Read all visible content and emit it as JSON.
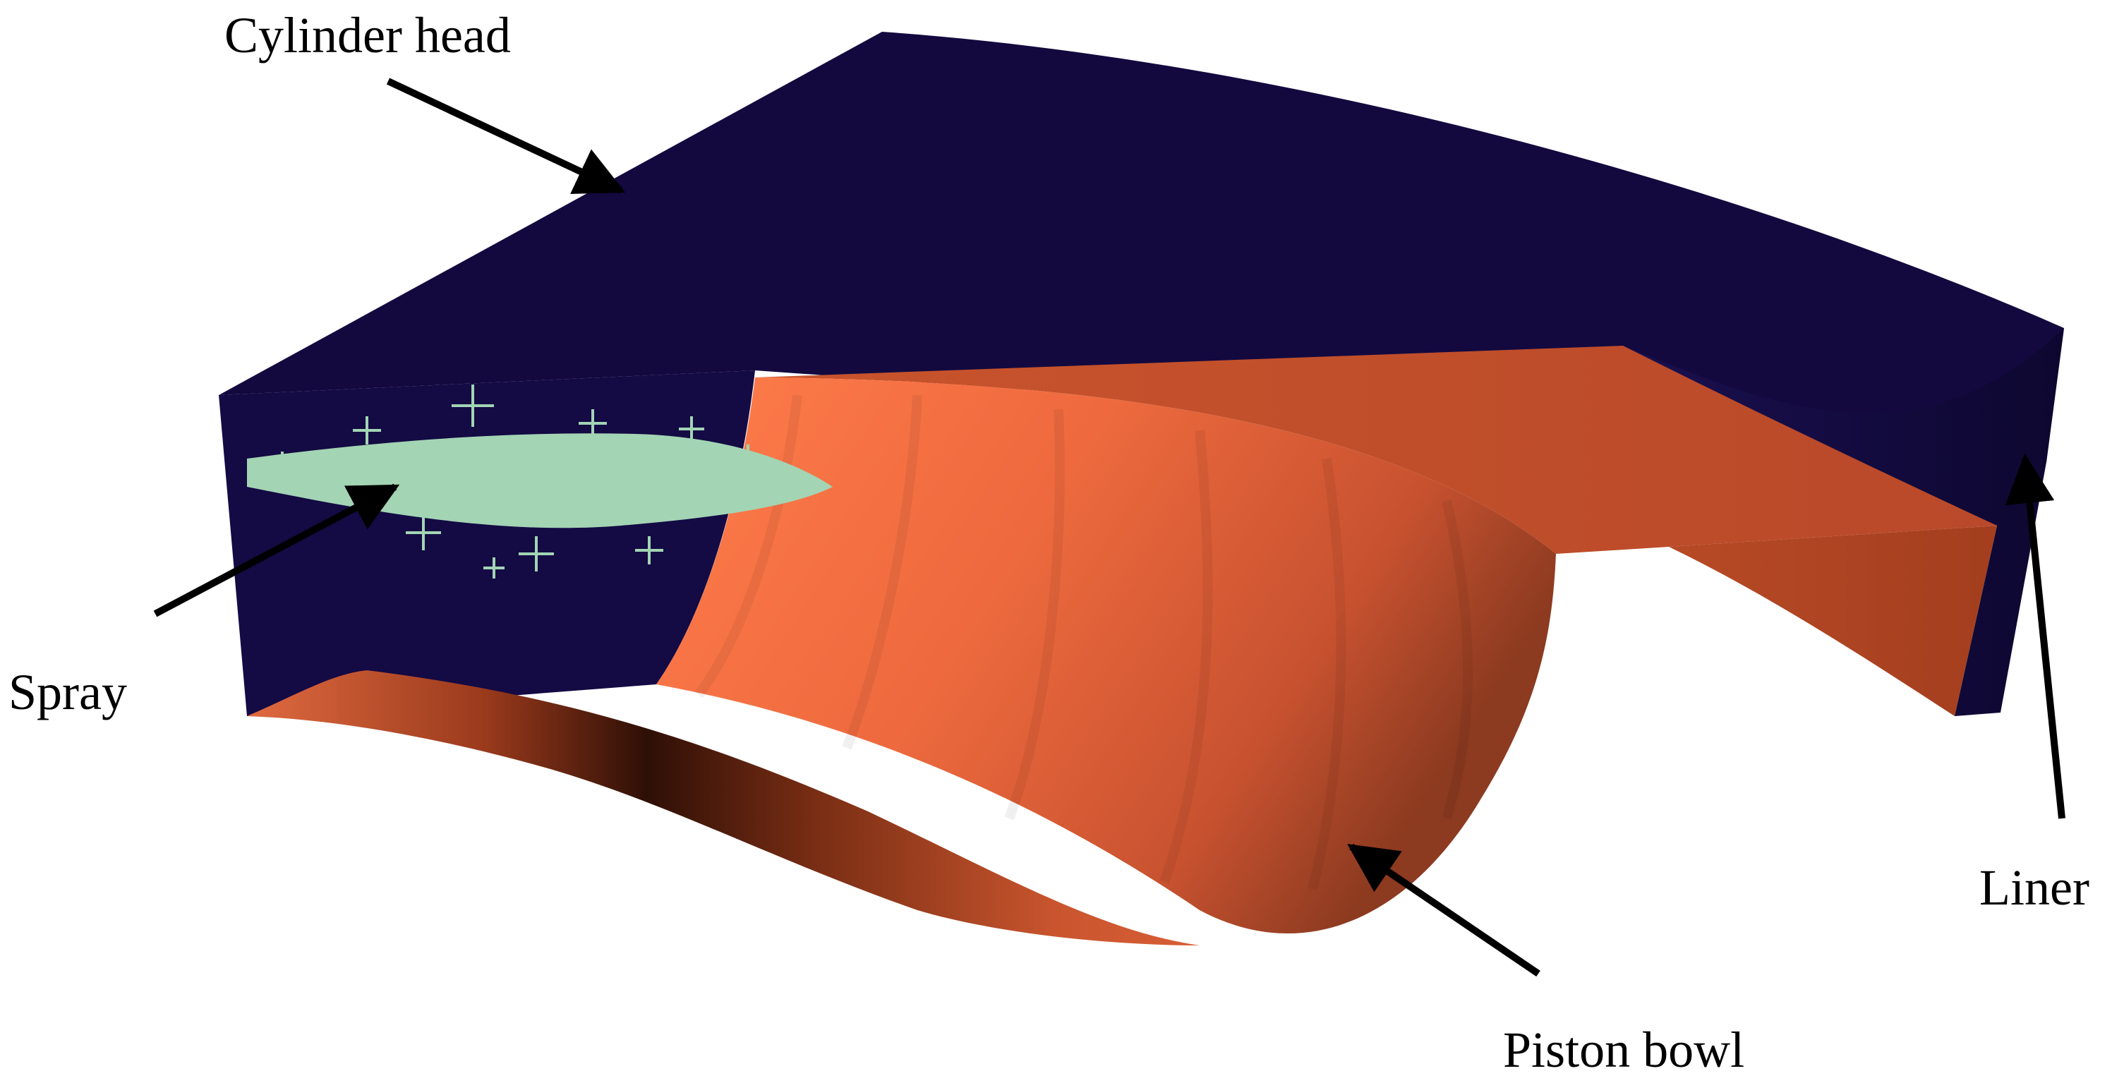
{
  "diagram": {
    "labels": {
      "cylinder_head": "Cylinder head",
      "spray": "Spray",
      "liner": "Liner",
      "piston_bowl": "Piston bowl"
    },
    "colors": {
      "cylinder_head": "#130a42",
      "piston_light": "#ff7a4a",
      "piston_mid": "#d85a34",
      "piston_dark": "#3a1408",
      "spray": "#a3d4b4",
      "arrows": "#000000",
      "background": "#ffffff"
    }
  }
}
